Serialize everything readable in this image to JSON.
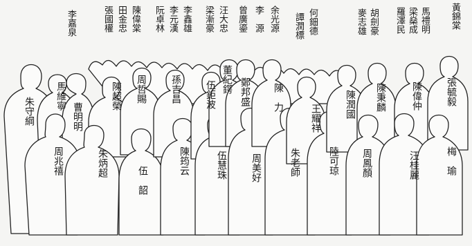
{
  "key_top_names": [
    "黃錦棠",
    "馬禮明",
    "梁燊成",
    "羅澤民",
    "胡劍豪",
    "麥志雄",
    "何鈿德",
    "譚潤標",
    "余光源",
    "李　源",
    "曾廣鎏",
    "汪大忠",
    "梁漸豪",
    "李鑫雄",
    "李元漢",
    "阮卓林",
    "陳偉棠",
    "田金忠",
    "張國權",
    "李嘉泉"
  ],
  "figure_names": [
    "朱守綱",
    "馬維寧",
    "曹明明",
    "周兆禧",
    "陳超榮",
    "朱炳超",
    "周哲賜",
    "伍　韶",
    "孫吉昌",
    "陳筠云",
    "伍鉅波",
    "伍慧珠",
    "董紀鍔",
    "鄭邦盛",
    "周美好",
    "陳　力",
    "朱老師",
    "王耀祥",
    "陸可琼",
    "陳潤國",
    "陳秉麟",
    "周鳳顏",
    "陳偉仲",
    "汪桂麗",
    "張毓毅",
    "梅　瑜"
  ]
}
